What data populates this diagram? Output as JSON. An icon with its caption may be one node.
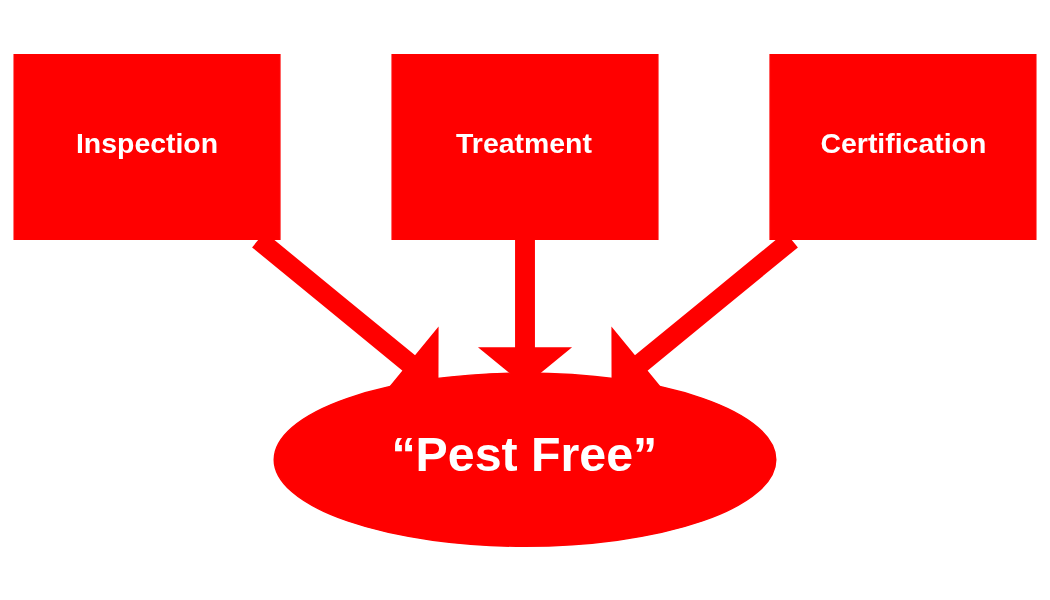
{
  "diagram": {
    "nodes": [
      {
        "text": [
          "Inspection"
        ]
      },
      {
        "text": [
          "Treatment"
        ]
      },
      {
        "text": [
          "Certification"
        ]
      },
      {
        "text": [
          "“Pest Free”"
        ]
      }
    ],
    "edges": [
      {
        "from": 0,
        "to": 3,
        "arrow": "to"
      },
      {
        "from": 1,
        "to": 3,
        "arrow": "to"
      },
      {
        "from": 2,
        "to": 3,
        "arrow": "to"
      }
    ]
  }
}
